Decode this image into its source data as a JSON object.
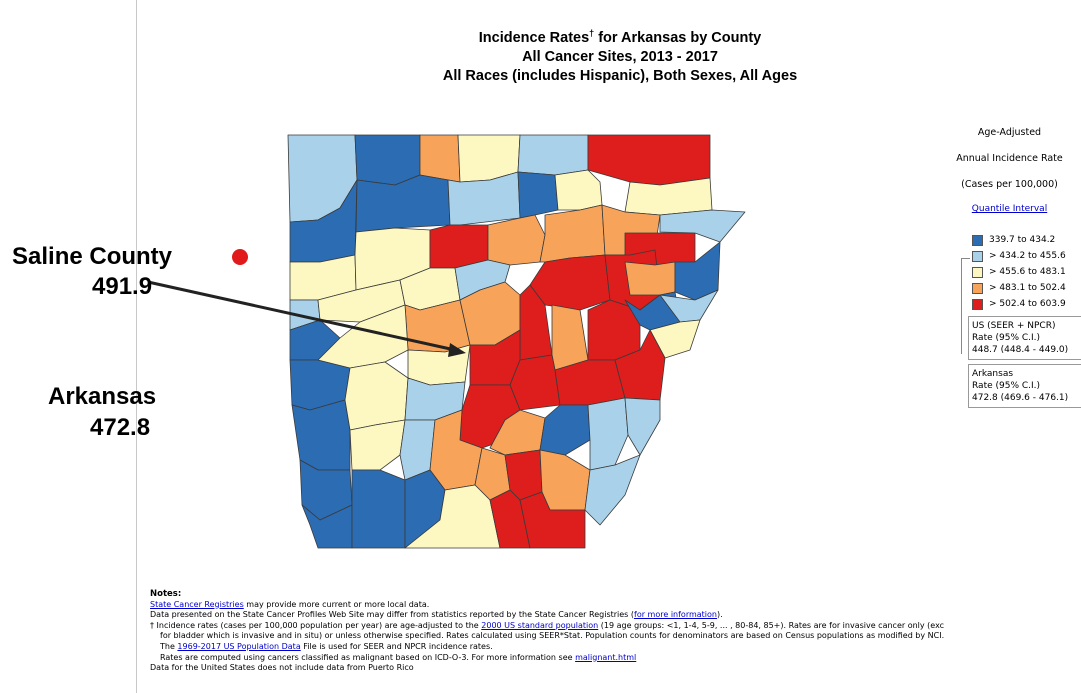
{
  "title": {
    "line1_pre": "Incidence Rates",
    "line1_mark": "†",
    "line1_post": " for Arkansas by County",
    "line2": "All Cancer Sites, 2013 - 2017",
    "line3": "All Races (includes Hispanic), Both Sexes, All Ages"
  },
  "callout": {
    "county_name": "Saline County",
    "county_value": "491.9",
    "state_name": "Arkansas",
    "state_value": "472.8"
  },
  "legend": {
    "header1": "Age-Adjusted",
    "header2": "Annual Incidence Rate",
    "header3": "(Cases per 100,000)",
    "link": "Quantile Interval",
    "items": [
      {
        "label": "339.7 to 434.2",
        "color": "#2b6cb3"
      },
      {
        "label": "> 434.2 to 455.6",
        "color": "#a9d2ea"
      },
      {
        "label": "> 455.6 to 483.1",
        "color": "#fdf8c2"
      },
      {
        "label": "> 483.1 to 502.4",
        "color": "#f7a45a"
      },
      {
        "label": "> 502.4 to 603.9",
        "color": "#de1d1d"
      }
    ],
    "us_title": "US (SEER + NPCR)",
    "us_rate_label": "Rate  (95% C.I.)",
    "us_rate": "448.7 (448.4 - 449.0)",
    "ar_title": "Arkansas",
    "ar_rate_label": "Rate  (95% C.I.)",
    "ar_rate": "472.8 (469.6 - 476.1)"
  },
  "notes": {
    "heading": "Notes:",
    "l1_link": "State Cancer Registries",
    "l1_text": " may provide more current or more local data.",
    "l2_text": "Data presented on the State Cancer Profiles Web Site may differ from statistics reported by the State Cancer Registries (",
    "l2_link": "for more information",
    "l2_end": ").",
    "l3_pre": "†  Incidence rates (cases per 100,000 population per year) are age-adjusted to the ",
    "l3_link": "2000 US standard population",
    "l3_post": " (19 age groups: <1, 1-4, 5-9, ... , 80-84, 85+). Rates are for invasive cancer only (exc",
    "l4": "for bladder which is invasive and in situ) or unless otherwise specified. Rates calculated using SEER*Stat. Population counts for denominators are based on Census populations as modified by NCI.",
    "l5_pre": "The ",
    "l5_link": "1969-2017 US Population Data",
    "l5_post": " File is used for SEER and NPCR incidence rates.",
    "l6_pre": "Rates are computed using cancers classified as malignant based on ICD-O-3. For more information see ",
    "l6_link": "malignant.html",
    "l7": "Data for the United States does not include data from Puerto Rico"
  },
  "colors": {
    "q1": "#2b6cb3",
    "q2": "#a9d2ea",
    "q3": "#fdf8c2",
    "q4": "#f7a45a",
    "q5": "#de1d1d",
    "marker": "#e11b1b"
  }
}
